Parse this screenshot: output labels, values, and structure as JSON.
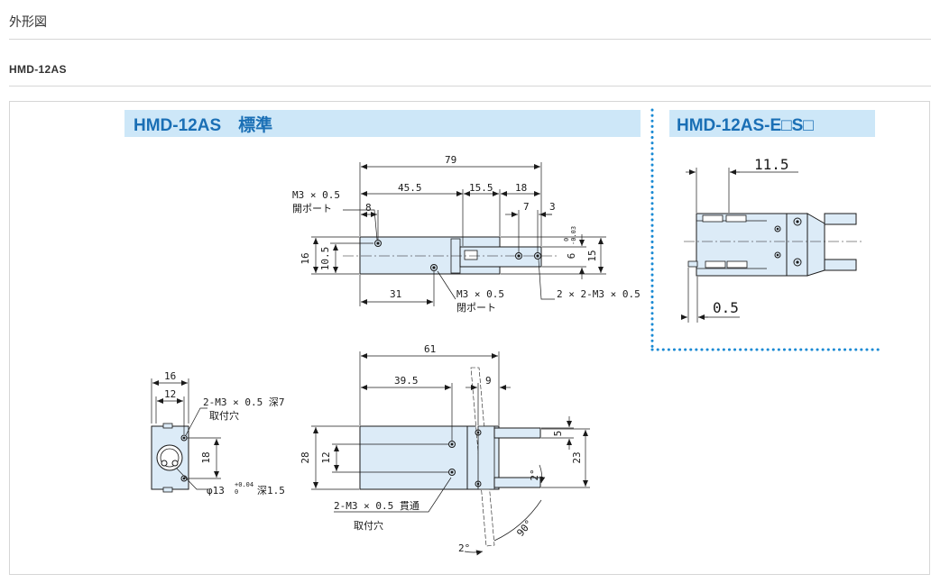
{
  "header": {
    "title": "外形図"
  },
  "model": {
    "name": "HMD-12AS"
  },
  "banner_left": {
    "title": "HMD-12AS　標準"
  },
  "banner_right": {
    "title": "HMD-12AS-E□S□"
  },
  "colors": {
    "banner_bg": "#cde7f8",
    "banner_text": "#1a6fb5",
    "body_fill": "#dcebf7",
    "dotted_border": "#1a8ad4"
  },
  "top_view": {
    "dims": {
      "overall": "79",
      "a": "45.5",
      "b": "15.5",
      "c": "18",
      "d": "8",
      "e": "7",
      "f": "3",
      "h16": "16",
      "h10_5": "10.5",
      "h6": "6",
      "tol6_top": "0",
      "tol6_bot": "-0.03",
      "h15": "15",
      "l31": "31"
    },
    "port1": "M3 × 0.5",
    "port1_b": "開ポート",
    "port2": "M3 × 0.5",
    "port2_b": "閉ポート",
    "tap": "2 × 2-M3 × 0.5"
  },
  "end_view": {
    "w16": "16",
    "w12": "12",
    "h18": "18",
    "tap": "2-M3 × 0.5  深7",
    "tap_b": "取付穴",
    "bore": "φ13",
    "bore_tol_top": "+0.04",
    "bore_tol_bot": "0",
    "bore_depth": "深1.5"
  },
  "side_view": {
    "l61": "61",
    "l39_5": "39.5",
    "l9": "9",
    "h28": "28",
    "h12": "12",
    "h5": "5",
    "h23": "23",
    "ang2a": "2°",
    "ang2b": "2°",
    "ang90": "90°",
    "thru": "2-M3 × 0.5  貫通",
    "thru_b": "取付穴"
  },
  "detail_view": {
    "d11_5": "11.5",
    "d0_5": "0.5"
  }
}
